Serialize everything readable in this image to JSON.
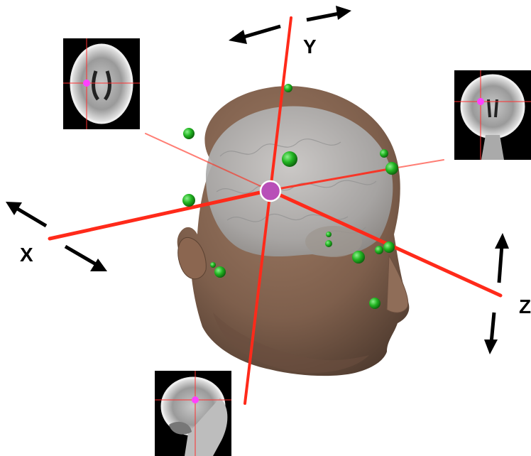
{
  "axes": [
    {
      "id": "x",
      "label": "X"
    },
    {
      "id": "y",
      "label": "Y"
    },
    {
      "id": "z",
      "label": "Z"
    }
  ],
  "colors": {
    "axis_line": "#ff2a1a",
    "skin": "#8a6a55",
    "brain": "#b8b8b8",
    "marker": "#22c022",
    "center_point": "#c040c0",
    "mri_background": "#000000",
    "crosshair_dot": "#ff40ff"
  },
  "slices": [
    {
      "name": "axial-slice",
      "icon": "mri-axial-brain-icon"
    },
    {
      "name": "coronal-slice",
      "icon": "mri-coronal-brain-icon"
    },
    {
      "name": "sagittal-slice",
      "icon": "mri-sagittal-brain-icon"
    }
  ],
  "fiducial_marker_count": 14
}
